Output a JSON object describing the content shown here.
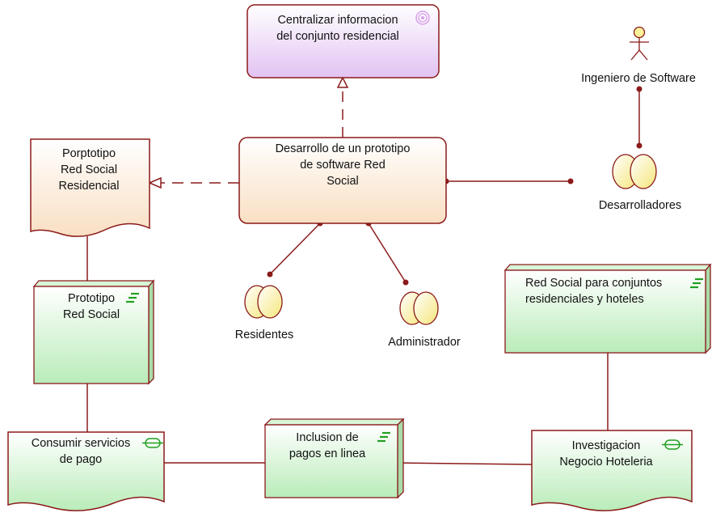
{
  "goal": {
    "line1": "Centralizar informacion",
    "line2": "del conjunto residencial",
    "icon": "goal-icon"
  },
  "actor": {
    "label": "Ingeniero de Software",
    "icon": "actor-icon"
  },
  "project": {
    "line1": "Desarrollo de un prototipo",
    "line2": "de software Red",
    "line3": "Social"
  },
  "artifact": {
    "line1": "Porptotipo",
    "line2": "Red Social",
    "line3": "Residencial"
  },
  "roles": {
    "desarrolladores": "Desarrolladores",
    "residentes": "Residentes",
    "administrador": "Administrador"
  },
  "prototype_node": {
    "line1": "Prototipo",
    "line2": "Red Social",
    "icon": "node-icon"
  },
  "hotel_node": {
    "line1": "Red Social para conjuntos",
    "line2": "residenciales y hoteles",
    "icon": "node-icon"
  },
  "payment_service": {
    "line1": "Consumir servicios",
    "line2": "de pago",
    "icon": "service-icon"
  },
  "payment_node": {
    "line1": "Inclusion de",
    "line2": "pagos en linea",
    "icon": "node-icon"
  },
  "research_service": {
    "line1": "Investigacion",
    "line2": "Negocio Hoteleria",
    "icon": "service-icon"
  },
  "colors": {
    "line": "#8b1a1a",
    "goal_fill": "#e8c8f4",
    "goal_border": "#8b1a1a",
    "peach_fill": "#fbe6cf",
    "green_fill": "#c6f0c6",
    "role_fill": "#fbf19a",
    "node_icon": "#22a022",
    "goal_icon": "#d8a0e8",
    "actor_head": "#fbf19a"
  }
}
